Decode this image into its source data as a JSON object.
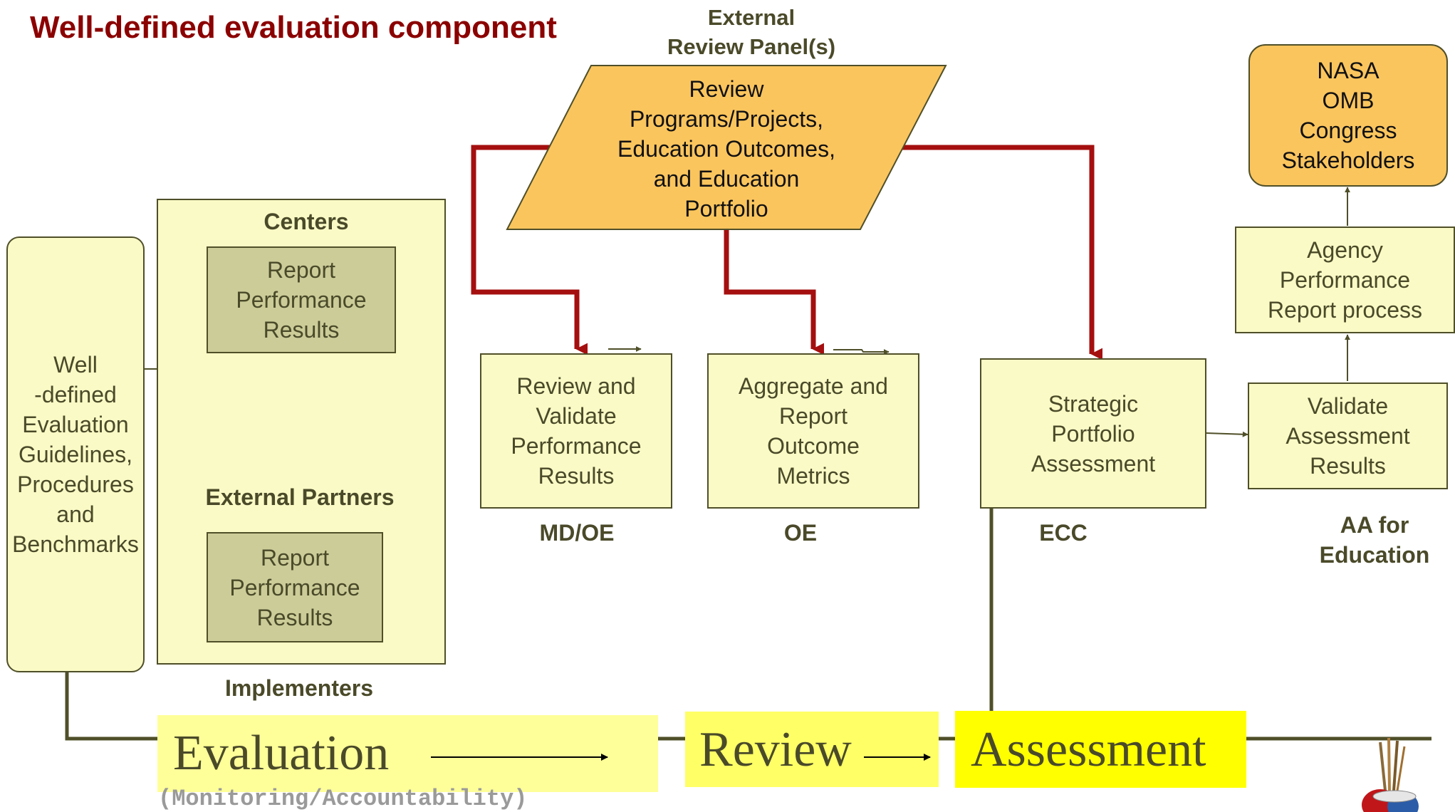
{
  "title": "Well-defined evaluation component",
  "external_panel": {
    "heading_line1": "External",
    "heading_line2": "Review Panel(s)",
    "box_lines": [
      "Review",
      "Programs/Projects,",
      "Education Outcomes,",
      "and Education",
      "Portfolio"
    ]
  },
  "nasa_box": {
    "lines": [
      "NASA",
      "OMB",
      "Congress",
      "Stakeholders"
    ]
  },
  "guidelines_box": {
    "lines": [
      "Well",
      "-defined",
      "Evaluation",
      "Guidelines,",
      "Procedures",
      "and",
      "Benchmarks"
    ]
  },
  "implementers": {
    "centers_label": "Centers",
    "partners_label": "External Partners",
    "report_centers_lines": [
      "Report",
      "Performance",
      "Results"
    ],
    "report_partners_lines": [
      "Report",
      "Performance",
      "Results"
    ],
    "caption": "Implementers"
  },
  "mdoe_box": {
    "lines": [
      "Review and",
      "Validate",
      "Performance",
      "Results"
    ],
    "caption": "MD/OE"
  },
  "oe_box": {
    "lines": [
      "Aggregate and",
      "Report",
      "Outcome",
      "Metrics"
    ],
    "caption": "OE"
  },
  "ecc_box": {
    "lines": [
      "Strategic",
      "Portfolio",
      "Assessment"
    ],
    "caption": "ECC"
  },
  "validate_box": {
    "lines": [
      "Validate",
      "Assessment",
      "Results"
    ],
    "caption_lines": [
      "AA for",
      "Education"
    ]
  },
  "agency_box": {
    "lines": [
      "Agency",
      "Performance",
      "Report process"
    ]
  },
  "bottom": {
    "evaluation": "Evaluation",
    "evaluation_sub": "(Monitoring/Accountability)",
    "review": "Review",
    "assessment": "Assessment"
  },
  "colors": {
    "title_red": "#8b0000",
    "light_yellow": "#fafac6",
    "olive_fill": "#cccc99",
    "orange": "#fbc55e",
    "highlight_yellow": "#ffff66",
    "arrow_red": "#a50f0f",
    "olive_line": "#4f4f29"
  },
  "logo_icon": "apple-pencils-logo-icon"
}
